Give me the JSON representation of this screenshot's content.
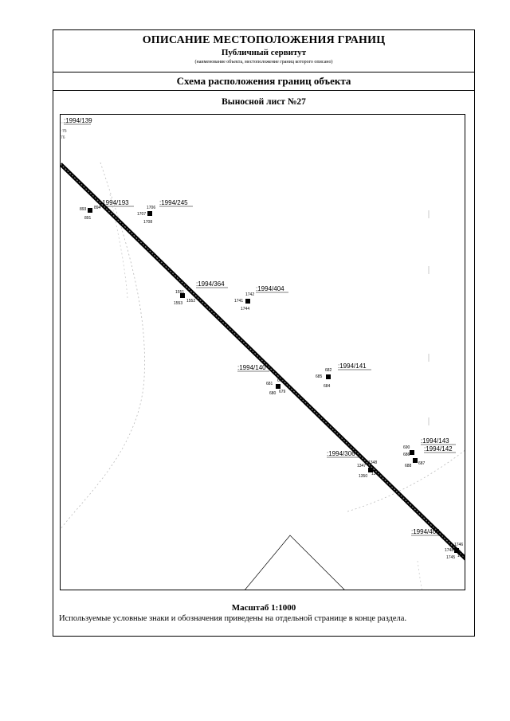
{
  "header": {
    "title": "ОПИСАНИЕ МЕСТОПОЛОЖЕНИЯ ГРАНИЦ",
    "subtitle": "Публичный сервитут",
    "caption": "(наименование объекта, местоположение границ которого описано)"
  },
  "section_title": "Схема расположения границ объекта",
  "sheet_title": "Выносной лист №27",
  "map": {
    "parcels": [
      {
        "label": ":1994/139",
        "points": []
      },
      {
        "label": ":1994/193",
        "points": [
          "893",
          "894",
          "891"
        ]
      },
      {
        "label": ":1994/245",
        "points": [
          "1706",
          "1707",
          "1708"
        ]
      },
      {
        "label": ":1994/364",
        "points": [
          "1551",
          "1553",
          "1552"
        ]
      },
      {
        "label": ":1994/404",
        "points": [
          "1742",
          "1741",
          "1744"
        ]
      },
      {
        "label": ":1994/140",
        "points": [
          "678",
          "681",
          "679",
          "680"
        ]
      },
      {
        "label": ":1994/141",
        "points": [
          "682",
          "685",
          "684"
        ]
      },
      {
        "label": ":1994/306",
        "points": [
          "1347",
          "1348",
          "1350",
          "1349"
        ]
      },
      {
        "label": ":1994/143",
        "points": [
          "690",
          "686"
        ]
      },
      {
        "label": ":1994/142",
        "points": [
          "687",
          "688"
        ]
      },
      {
        "label": ":1994/405",
        "points": [
          "1746",
          "1748",
          "1745",
          "1747"
        ]
      }
    ],
    "small_labels": [
      "75",
      "76"
    ]
  },
  "scale": "Масштаб 1:1000",
  "note": "Используемые условные знаки и обозначения приведены на отдельной странице в конце раздела."
}
